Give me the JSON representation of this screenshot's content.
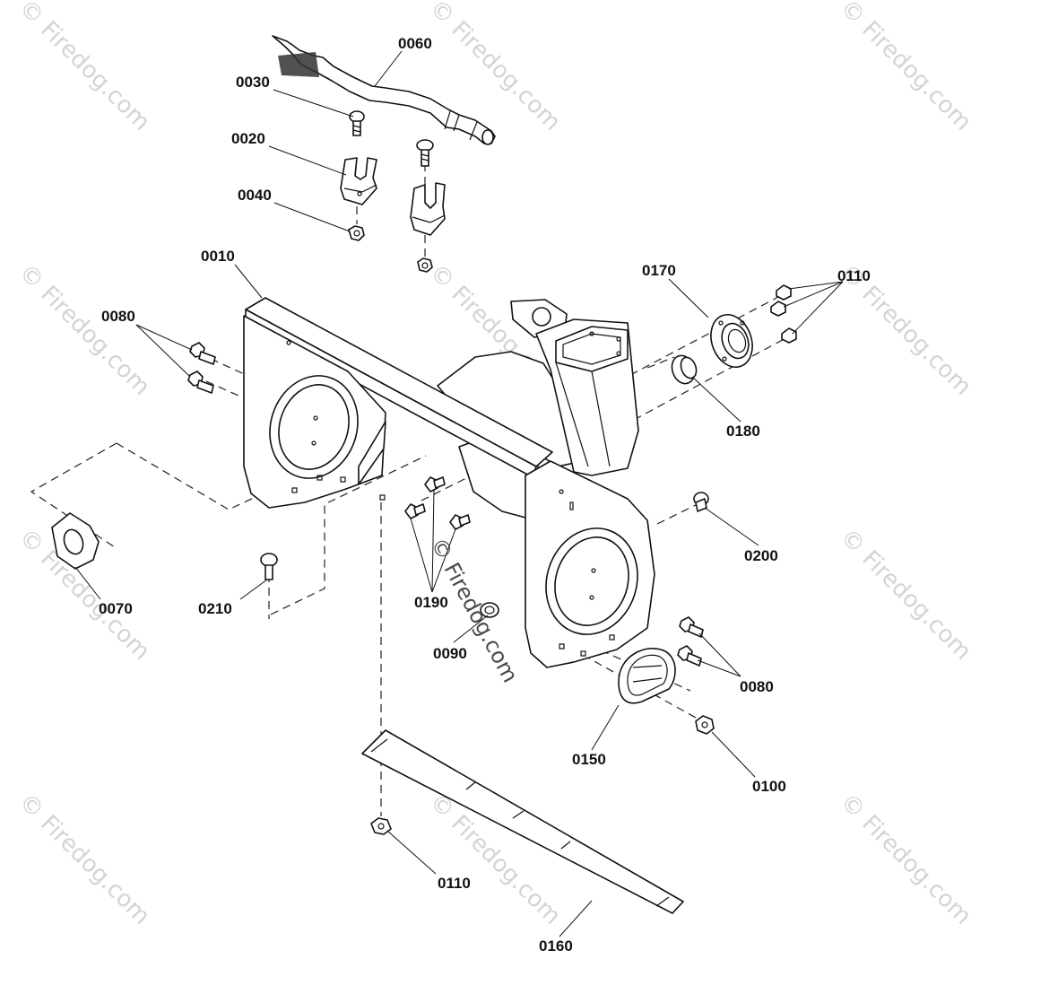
{
  "watermark": {
    "text": "© Firedog.com",
    "center_text": "© Firedog.com"
  },
  "labels": {
    "p0060": "0060",
    "p0030": "0030",
    "p0020": "0020",
    "p0040": "0040",
    "p0010": "0010",
    "p0080a": "0080",
    "p0170": "0170",
    "p0110a": "0110",
    "p0180": "0180",
    "p0200": "0200",
    "p0070": "0070",
    "p0210": "0210",
    "p0190": "0190",
    "p0090": "0090",
    "p0080b": "0080",
    "p0150": "0150",
    "p0100": "0100",
    "p0110b": "0110",
    "p0160": "0160"
  }
}
